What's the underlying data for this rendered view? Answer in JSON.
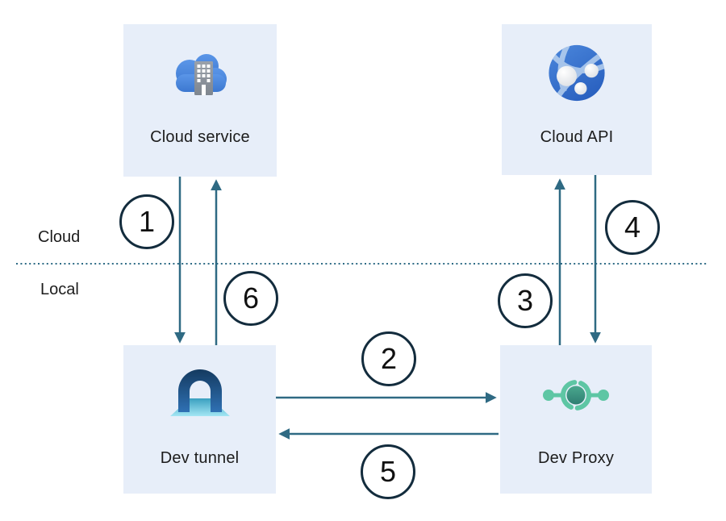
{
  "diagram": {
    "zones": {
      "cloud_label": "Cloud",
      "local_label": "Local"
    },
    "nodes": [
      {
        "id": "cloud-service",
        "label": "Cloud service",
        "icon": "cloud-service-icon"
      },
      {
        "id": "cloud-api",
        "label": "Cloud API",
        "icon": "cloud-api-icon"
      },
      {
        "id": "dev-tunnel",
        "label": "Dev tunnel",
        "icon": "dev-tunnel-icon"
      },
      {
        "id": "dev-proxy",
        "label": "Dev Proxy",
        "icon": "dev-proxy-icon"
      }
    ],
    "steps": [
      {
        "number": "1",
        "from": "Cloud service",
        "to": "Dev tunnel"
      },
      {
        "number": "2",
        "from": "Dev tunnel",
        "to": "Dev Proxy"
      },
      {
        "number": "3",
        "from": "Dev Proxy",
        "to": "Cloud API"
      },
      {
        "number": "4",
        "from": "Cloud API",
        "to": "Dev Proxy"
      },
      {
        "number": "5",
        "from": "Dev Proxy",
        "to": "Dev tunnel"
      },
      {
        "number": "6",
        "from": "Dev tunnel",
        "to": "Cloud service"
      }
    ],
    "colors": {
      "node_fill": "#e7eef9",
      "arrow": "#2f6a83",
      "divider": "#2e6b86",
      "step_circle_stroke": "#132c3d",
      "text": "#1c1c1c",
      "dev_proxy_teal": "#5ec6a4",
      "tunnel_blue": "#2f71b4",
      "cloud_blue": "#3d7bd4"
    }
  }
}
